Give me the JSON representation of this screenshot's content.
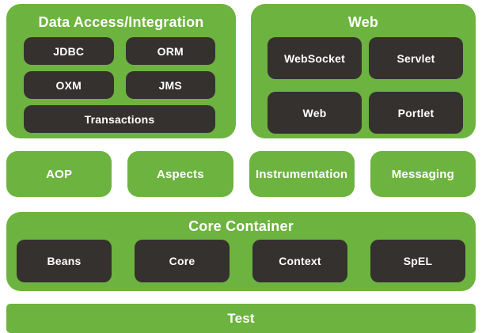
{
  "colors": {
    "green": "#6DB33F",
    "dark": "#35312F",
    "text": "#FFFFFF",
    "page_background": "#FFFFFF"
  },
  "sections": {
    "data_access": {
      "title": "Data Access/Integration",
      "modules": [
        "JDBC",
        "ORM",
        "OXM",
        "JMS"
      ],
      "wide_module": "Transactions"
    },
    "web": {
      "title": "Web",
      "modules": [
        "WebSocket",
        "Servlet",
        "Web",
        "Portlet"
      ]
    },
    "middle": {
      "modules": [
        "AOP",
        "Aspects",
        "Instrumentation",
        "Messaging"
      ]
    },
    "core": {
      "title": "Core Container",
      "modules": [
        "Beans",
        "Core",
        "Context",
        "SpEL"
      ]
    },
    "test": {
      "title": "Test"
    }
  }
}
